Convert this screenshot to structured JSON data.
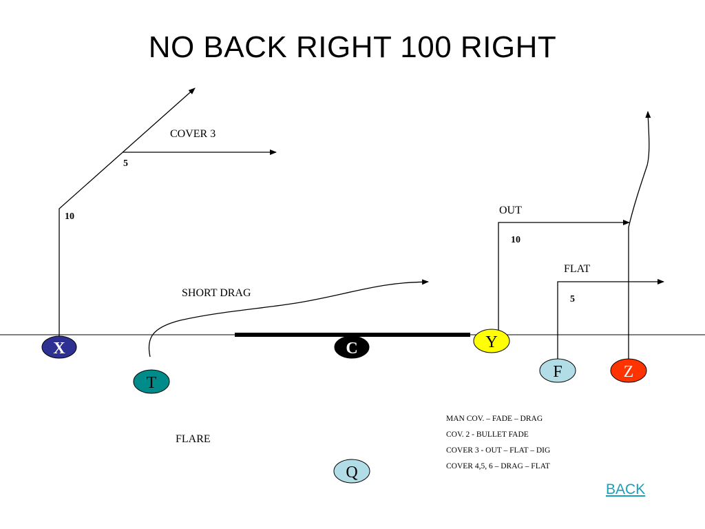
{
  "title": "NO BACK RIGHT 100 RIGHT",
  "routes": {
    "cover3": "COVER 3",
    "out": "OUT",
    "flat": "FLAT",
    "short_drag": "SHORT DRAG",
    "flare": "FLARE"
  },
  "depths": {
    "x_stem": "10",
    "x_break": "5",
    "y_out": "10",
    "f_flat": "5"
  },
  "players": {
    "x": {
      "label": "X",
      "color": "#2e3192"
    },
    "c": {
      "label": "C",
      "color": "#000000"
    },
    "y": {
      "label": "Y",
      "color": "#ffff00"
    },
    "t": {
      "label": "T",
      "color": "#008b8b"
    },
    "f": {
      "label": "F",
      "color": "#b3dde6"
    },
    "z": {
      "label": "Z",
      "color": "#ff3300"
    },
    "q": {
      "label": "Q",
      "color": "#b3dde6"
    }
  },
  "notes": [
    "MAN COV. – FADE – DRAG",
    "COV. 2  -    BULLET FADE",
    "COVER 3 - OUT – FLAT – DIG",
    "COVER 4,5, 6 – DRAG – FLAT"
  ],
  "nav": {
    "back_label": "BACK"
  }
}
